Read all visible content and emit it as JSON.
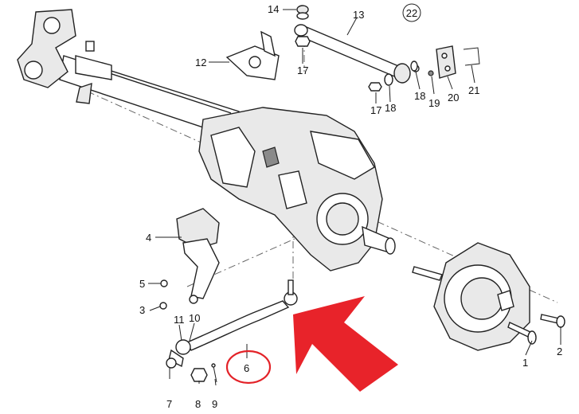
{
  "diagram": {
    "callouts": [
      {
        "id": "c1",
        "text": "1"
      },
      {
        "id": "c2",
        "text": "2"
      },
      {
        "id": "c3",
        "text": "3"
      },
      {
        "id": "c4",
        "text": "4"
      },
      {
        "id": "c5",
        "text": "5"
      },
      {
        "id": "c6",
        "text": "6"
      },
      {
        "id": "c7",
        "text": "7"
      },
      {
        "id": "c8",
        "text": "8"
      },
      {
        "id": "c9",
        "text": "9"
      },
      {
        "id": "c10",
        "text": "10"
      },
      {
        "id": "c11",
        "text": "11"
      },
      {
        "id": "c12",
        "text": "12"
      },
      {
        "id": "c13",
        "text": "13"
      },
      {
        "id": "c14",
        "text": "14"
      },
      {
        "id": "c17a",
        "text": "17"
      },
      {
        "id": "c17b",
        "text": "17"
      },
      {
        "id": "c18a",
        "text": "18"
      },
      {
        "id": "c18b",
        "text": "18"
      },
      {
        "id": "c19",
        "text": "19"
      },
      {
        "id": "c20",
        "text": "20"
      },
      {
        "id": "c21",
        "text": "21"
      }
    ],
    "figure_number": "22",
    "highlight_color": "#e32228",
    "arrow_color": "#e8232a"
  }
}
